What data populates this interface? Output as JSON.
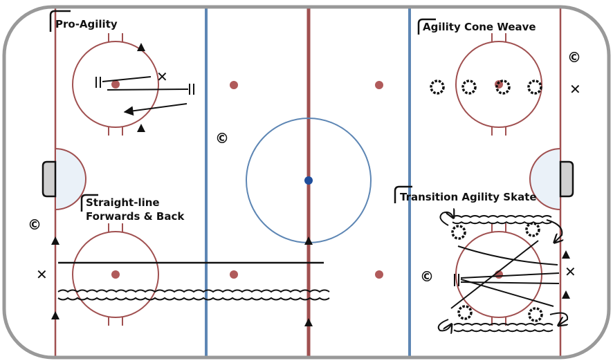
{
  "drills": {
    "pro_agility": "Pro-Agility",
    "cone_weave": "Agility Cone Weave",
    "straight_line_1": "Straight-line",
    "straight_line_2": "Forwards & Back",
    "transition": "Transition Agility Skate"
  },
  "markers": {
    "coach": "©",
    "player": "✕"
  },
  "colors": {
    "red_line": "#a05050",
    "blue_line": "#5d86b4",
    "board": "#999999",
    "crease": "#eaf1f8",
    "dot": "#b05a5a",
    "center_dot": "#1f4e9c",
    "ink": "#111111"
  },
  "icons": [
    "rink-board",
    "face-off-circle",
    "face-off-dot",
    "cone-icon",
    "coach-icon",
    "player-x-icon",
    "skate-path-arrow",
    "wavy-skate-path",
    "pylon-triangle-icon",
    "net-icon"
  ]
}
